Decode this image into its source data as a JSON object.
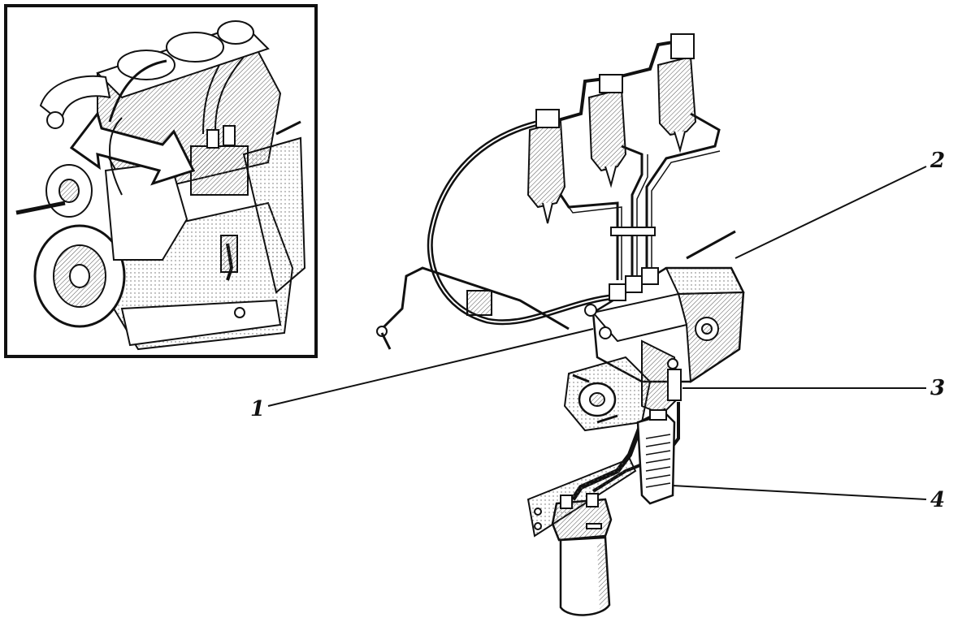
{
  "diagram": {
    "inset": {
      "description_icon": "engine-overview-with-arrow"
    },
    "callouts": [
      {
        "id": "1",
        "label": "1"
      },
      {
        "id": "2",
        "label": "2"
      },
      {
        "id": "3",
        "label": "3"
      },
      {
        "id": "4",
        "label": "4"
      }
    ]
  },
  "colors": {
    "ink": "#111111",
    "paper": "#ffffff",
    "hatch": "#555555"
  }
}
